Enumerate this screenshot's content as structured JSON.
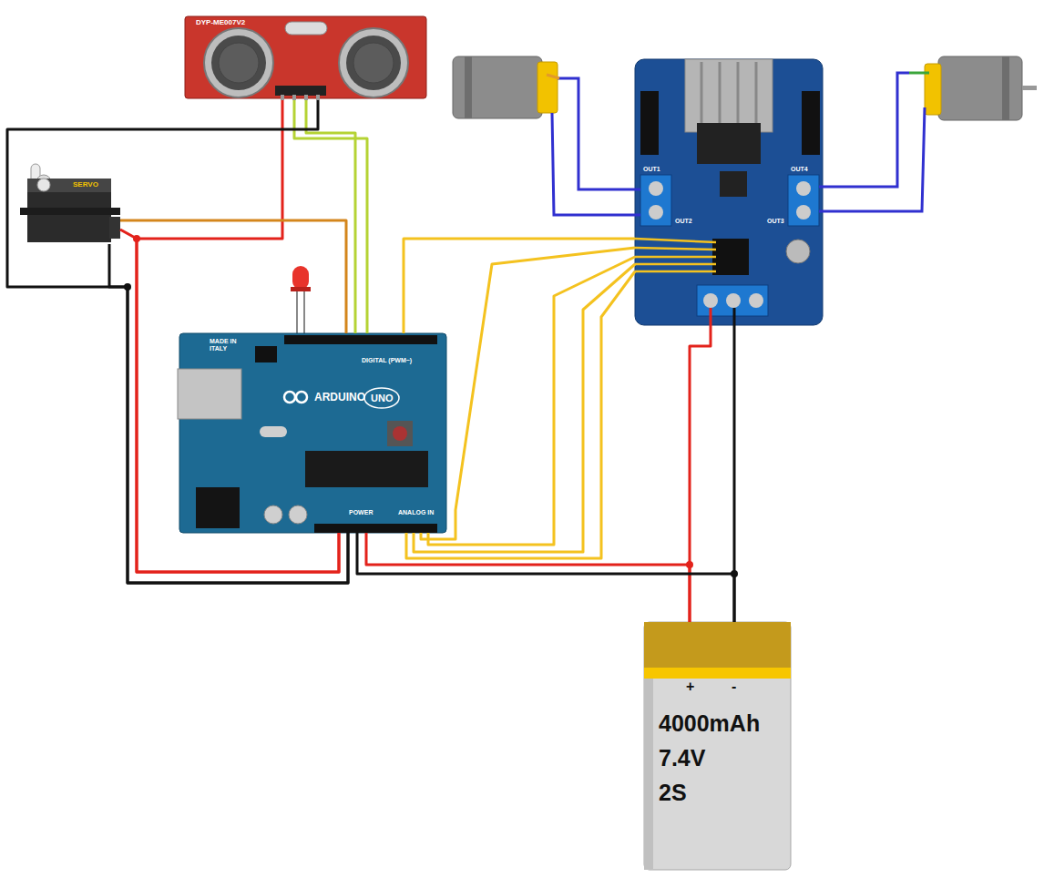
{
  "diagram": {
    "nodes": [
      {
        "text": [
          "DYP-ME007V2"
        ]
      },
      {
        "text": [
          "OUT1",
          "OUT2",
          "OUT3",
          "OUT4"
        ]
      },
      {
        "text": [
          "SERVO"
        ]
      },
      {
        "text": [
          "MADE IN ITALY",
          "DIGITAL (PWM~)",
          "ARDUINO",
          "UNO",
          "POWER",
          "ANALOG IN"
        ]
      },
      {
        "text": [
          "+",
          "-",
          "4000mAh",
          "7.4V",
          "2S"
        ]
      }
    ],
    "edges": [
      {
        "from": 0,
        "to": 3,
        "arrow": "none"
      },
      {
        "from": 0,
        "to": 3,
        "arrow": "none"
      },
      {
        "from": 0,
        "to": 3,
        "arrow": "none"
      },
      {
        "from": 0,
        "to": 3,
        "arrow": "none"
      },
      {
        "from": 2,
        "to": 3,
        "arrow": "none"
      },
      {
        "from": 2,
        "to": 3,
        "arrow": "none"
      },
      {
        "from": 2,
        "to": 3,
        "arrow": "none"
      },
      {
        "from": 1,
        "to": 3,
        "arrow": "none"
      },
      {
        "from": 1,
        "to": 3,
        "arrow": "none"
      },
      {
        "from": 1,
        "to": 3,
        "arrow": "none"
      },
      {
        "from": 1,
        "to": 3,
        "arrow": "none"
      },
      {
        "from": 1,
        "to": 3,
        "arrow": "none"
      },
      {
        "from": 4,
        "to": 1,
        "arrow": "none"
      },
      {
        "from": 4,
        "to": 1,
        "arrow": "none"
      },
      {
        "from": 4,
        "to": 3,
        "arrow": "none"
      },
      {
        "from": 4,
        "to": 3,
        "arrow": "none"
      }
    ]
  }
}
